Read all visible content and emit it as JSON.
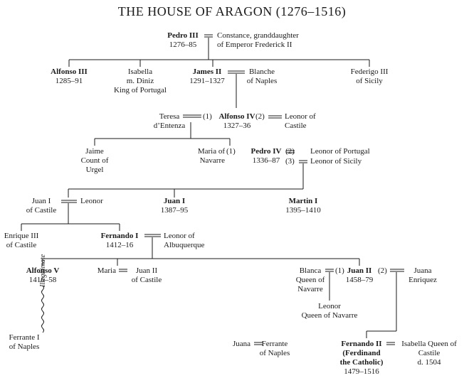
{
  "title": "THE HOUSE OF ARAGON (1276–1516)",
  "nodes": {
    "pedro3": [
      "Pedro III",
      "1276–85"
    ],
    "constance": [
      "Constance, granddaughter",
      "of Emperor Frederick II"
    ],
    "alfonso3": [
      "Alfonso III",
      "1285–91"
    ],
    "isabella": [
      "Isabella",
      "m. Diniz",
      "King of Portugal"
    ],
    "james2": [
      "James II",
      "1291–1327"
    ],
    "blanche": [
      "Blanche",
      "of Naples"
    ],
    "federigo": [
      "Federigo III",
      "of Sicily"
    ],
    "teresa": [
      "Teresa",
      "d’Entenza"
    ],
    "alfonso4": [
      "Alfonso IV",
      "1327–36"
    ],
    "leonor_castile": [
      "Leonor of",
      "Castile"
    ],
    "jaime": [
      "Jaime",
      "Count of",
      "Urgel"
    ],
    "maria_navarre": [
      "Maria of",
      "Navarre"
    ],
    "pedro4": [
      "Pedro IV",
      "1336–87"
    ],
    "leonor_portugal": "Leonor of Portugal",
    "leonor_sicily": "Leonor of Sicily",
    "juan1_castile": [
      "Juan I",
      "of Castile"
    ],
    "leonor_gen5": "Leonor",
    "juan1": [
      "Juan I",
      "1387–95"
    ],
    "martin1": [
      "Martin I",
      "1395–1410"
    ],
    "enrique3": [
      "Enrique III",
      "of Castile"
    ],
    "fernando1": [
      "Fernando I",
      "1412–16"
    ],
    "leonor_albu": [
      "Leonor of",
      "Albuquerque"
    ],
    "alfonso5": [
      "Alfonso V",
      "1416–58"
    ],
    "maria_gen7": "Maria",
    "juan2_castile": [
      "Juan II",
      "of Castile"
    ],
    "blanca": [
      "Blanca",
      "Queen of",
      "Navarre"
    ],
    "juan2": [
      "Juan II",
      "1458–79"
    ],
    "juana_enriquez": [
      "Juana",
      "Enriquez"
    ],
    "leonor_navarre": [
      "Leonor",
      "Queen of Navarre"
    ],
    "ferrante1": [
      "Ferrante I",
      "of Naples"
    ],
    "juana_gen8": "Juana",
    "ferrante_naples": [
      "Ferrante",
      "of Naples"
    ],
    "fernando2": [
      "Fernando II",
      "(Ferdinand",
      "the Catholic)",
      "1479–1516"
    ],
    "isabella_castile": [
      "Isabella Queen of",
      "Castile",
      "d. 1504"
    ]
  },
  "marriage_marks": {
    "m1": "(1)",
    "m2": "(2)",
    "m3": "(3)"
  },
  "annotations": {
    "illegitimate": "Illegitimate"
  }
}
